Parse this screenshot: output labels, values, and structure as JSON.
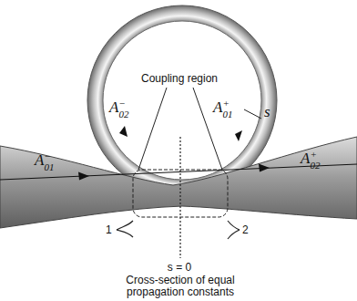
{
  "diagram": {
    "labels": [
      "A01−",
      "A02−",
      "A01+",
      "A02+",
      "s",
      "Coupling region",
      "1",
      "2",
      "s = 0",
      "Cross-section of equal propagation constants"
    ]
  }
}
